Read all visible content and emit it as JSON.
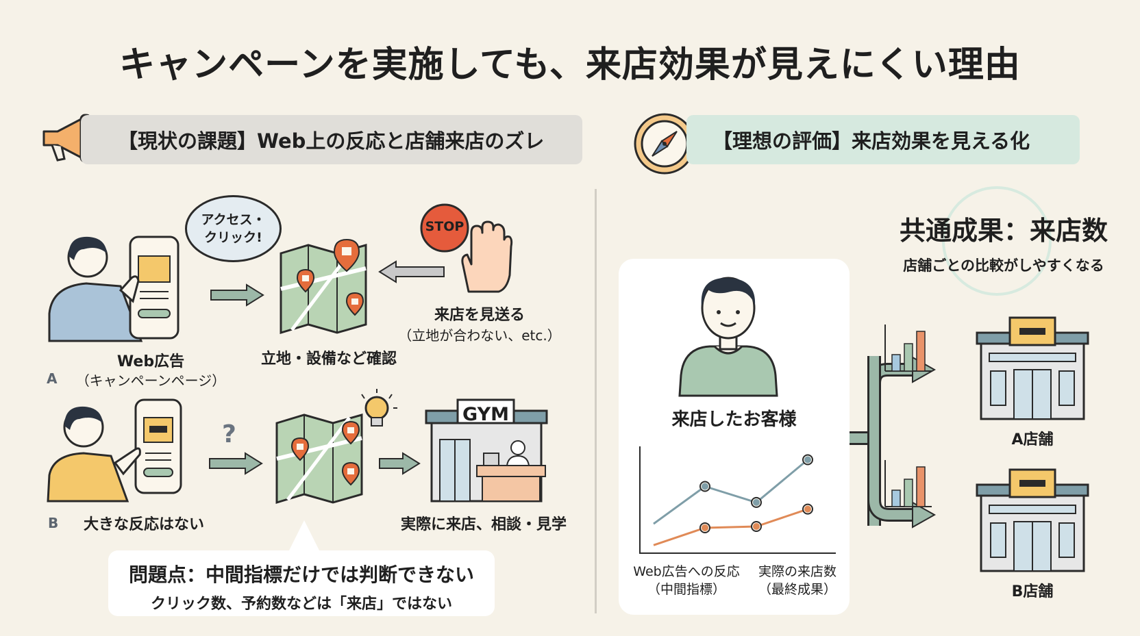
{
  "title": "キャンペーンを実施しても、来店効果が見えにくい理由",
  "left_section": {
    "banner": "【現状の課題】Web上の反応と店舗来店のズレ",
    "bubble_line1": "アクセス・",
    "bubble_line2": "クリック!",
    "stop_sign": "STOP",
    "row_a": {
      "marker": "A",
      "ad_label": "Web広告",
      "ad_sublabel": "（キャンペーンページ）",
      "map_label": "立地・設備など確認",
      "decline_label": "来店を見送る",
      "decline_sublabel": "（立地が合わない、etc.）"
    },
    "row_b": {
      "marker": "B",
      "reaction_label": "大きな反応はない",
      "question_mark": "?",
      "gym_sign": "GYM",
      "visit_label": "実際に来店、相談・見学"
    },
    "problem": {
      "heading": "問題点：中間指標だけでは判断できない",
      "subtext": "クリック数、予約数などは「来店」ではない"
    }
  },
  "right_section": {
    "banner": "【理想の評価】来店効果を見える化",
    "customer_label": "来店したお客様",
    "common_title": "共通成果：来店数",
    "common_subtitle": "店舗ごとの比較がしやすくなる",
    "store_a": "A店舗",
    "store_b": "B店舗"
  },
  "chart_data": {
    "type": "line",
    "x": [
      1,
      2,
      3,
      4,
      5
    ],
    "series": [
      {
        "values": [
          2.2,
          5.0,
          3.8,
          7.0,
          null
        ],
        "color": "#7f9ea8"
      },
      {
        "values": [
          0.6,
          1.9,
          2.0,
          3.3,
          null
        ],
        "color": "#e08a57"
      }
    ],
    "xlabels": [
      {
        "line1": "Web広告への反応",
        "line2": "（中間指標）"
      },
      {
        "line1": "実際の来店数",
        "line2": "（最終成果）"
      }
    ]
  },
  "colors": {
    "background": "#f6f2e8",
    "accent_green": "#9cb8a8",
    "accent_orange": "#e08a57",
    "stop_red": "#e55b3c"
  }
}
